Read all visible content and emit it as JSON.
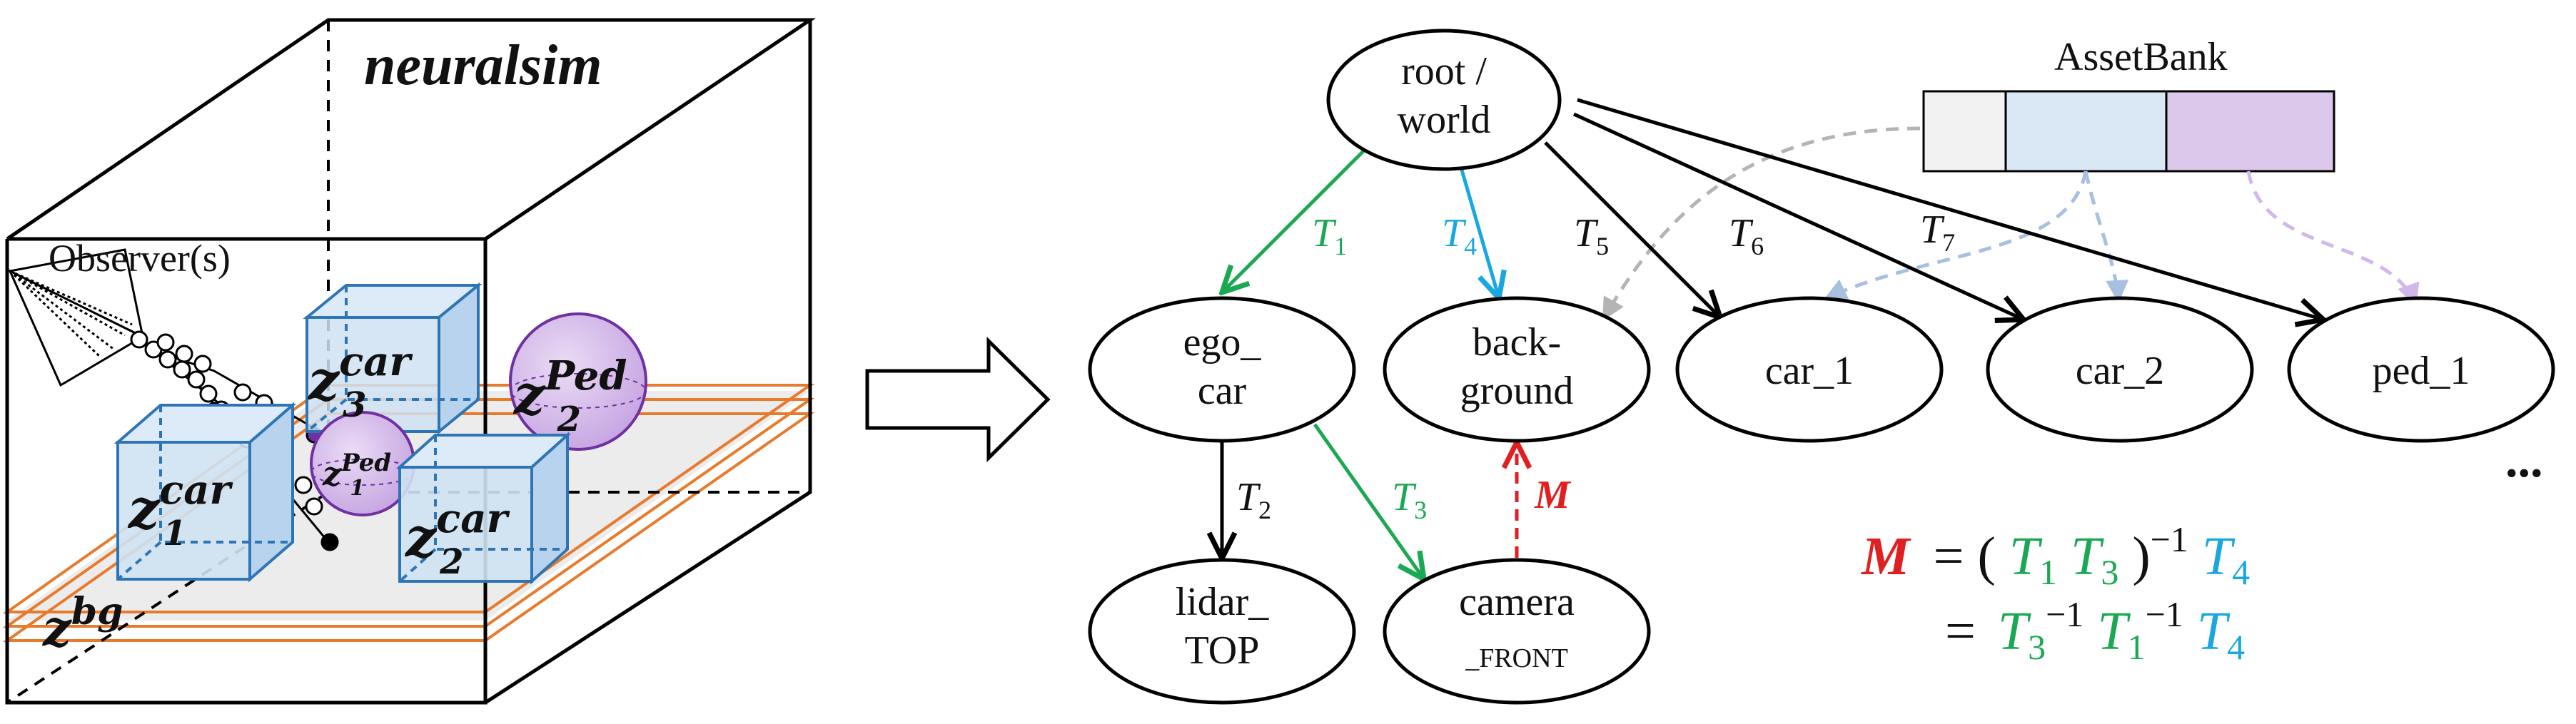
{
  "scene": {
    "title": "neuralsim",
    "observer_label": "Observer(s)",
    "latents": [
      {
        "name": "car_3",
        "base": "z",
        "sub": "3",
        "sup": "car"
      },
      {
        "name": "ped_2",
        "base": "z",
        "sub": "2",
        "sup": "Ped"
      },
      {
        "name": "ped_1",
        "base": "z",
        "sub": "1",
        "sup": "Ped"
      },
      {
        "name": "car_1",
        "base": "z",
        "sub": "1",
        "sup": "car"
      },
      {
        "name": "car_2",
        "base": "z",
        "sub": "2",
        "sup": "car"
      },
      {
        "name": "background",
        "base": "z",
        "sub": "",
        "sup": "bg"
      }
    ]
  },
  "graph": {
    "nodes": {
      "root": [
        "root /",
        "world"
      ],
      "ego_car": [
        "ego_",
        "car"
      ],
      "background": [
        "back-",
        "ground"
      ],
      "car_1": [
        "car_1"
      ],
      "car_2": [
        "car_2"
      ],
      "ped_1": [
        "ped_1"
      ],
      "lidar": [
        "lidar_",
        "TOP"
      ],
      "camera": [
        "camera",
        "_FRONT"
      ]
    },
    "asset_bank_label": "AssetBank",
    "ellipsis": "...",
    "edges": [
      {
        "id": "t1",
        "label": "T",
        "sub": "1",
        "color": "#1aa852"
      },
      {
        "id": "t4",
        "label": "T",
        "sub": "4",
        "color": "#1aa7e0"
      },
      {
        "id": "t5",
        "label": "T",
        "sub": "5",
        "color": "#000000"
      },
      {
        "id": "t6",
        "label": "T",
        "sub": "6",
        "color": "#000000"
      },
      {
        "id": "t7",
        "label": "T",
        "sub": "7",
        "color": "#000000"
      },
      {
        "id": "t2",
        "label": "T",
        "sub": "2",
        "color": "#000000"
      },
      {
        "id": "t3",
        "label": "T",
        "sub": "3",
        "color": "#1aa852"
      },
      {
        "id": "m",
        "label": "M",
        "sub": "",
        "color": "#e02020"
      }
    ]
  },
  "equation": {
    "lhs": "M",
    "eq1": "= (",
    "eq1_close": ")",
    "eq1_exp": "−1",
    "eq2": "=",
    "exp": "−1",
    "sym": "T",
    "subs": {
      "t1": "1",
      "t3": "3",
      "t4": "4"
    }
  },
  "colors": {
    "green": "#1aa852",
    "cyan": "#1aa7e0",
    "red": "#e02020",
    "orange": "#e87a2c",
    "box_blue": "#2e75b6",
    "box_fill": "#c9dff2",
    "sphere_purple": "#7030a0",
    "sphere_fill": "#d9c3ea",
    "asset_gray": "#f2f2f2",
    "asset_blue": "#dae7f5",
    "asset_purple": "#dcc8ea"
  }
}
